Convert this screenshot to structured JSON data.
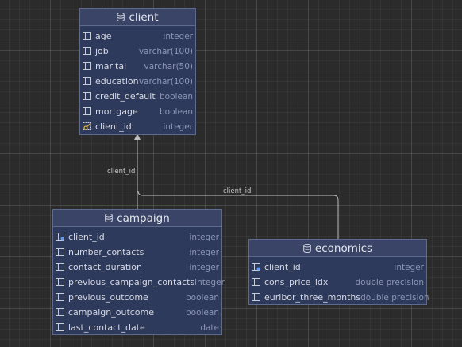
{
  "tables": {
    "client": {
      "title": "client",
      "columns": [
        {
          "name": "age",
          "type": "integer",
          "icon": "column-icon"
        },
        {
          "name": "job",
          "type": "varchar(100)",
          "icon": "column-icon"
        },
        {
          "name": "marital",
          "type": "varchar(50)",
          "icon": "column-icon"
        },
        {
          "name": "education",
          "type": "varchar(100)",
          "icon": "column-icon"
        },
        {
          "name": "credit_default",
          "type": "boolean",
          "icon": "column-icon"
        },
        {
          "name": "mortgage",
          "type": "boolean",
          "icon": "column-icon"
        },
        {
          "name": "client_id",
          "type": "integer",
          "icon": "primary-key-icon"
        }
      ]
    },
    "campaign": {
      "title": "campaign",
      "columns": [
        {
          "name": "client_id",
          "type": "integer",
          "icon": "foreign-key-icon"
        },
        {
          "name": "number_contacts",
          "type": "integer",
          "icon": "column-icon"
        },
        {
          "name": "contact_duration",
          "type": "integer",
          "icon": "column-icon"
        },
        {
          "name": "previous_campaign_contacts",
          "type": "integer",
          "icon": "column-icon"
        },
        {
          "name": "previous_outcome",
          "type": "boolean",
          "icon": "column-icon"
        },
        {
          "name": "campaign_outcome",
          "type": "boolean",
          "icon": "column-icon"
        },
        {
          "name": "last_contact_date",
          "type": "date",
          "icon": "column-icon"
        }
      ]
    },
    "economics": {
      "title": "economics",
      "columns": [
        {
          "name": "client_id",
          "type": "integer",
          "icon": "foreign-key-icon"
        },
        {
          "name": "cons_price_idx",
          "type": "double precision",
          "icon": "column-icon"
        },
        {
          "name": "euribor_three_months",
          "type": "double precision",
          "icon": "column-icon"
        }
      ]
    }
  },
  "relations": [
    {
      "label": "client_id",
      "from": "campaign",
      "to": "client"
    },
    {
      "label": "client_id",
      "from": "economics",
      "to": "client"
    }
  ],
  "colors": {
    "table_body": "#2e3a5c",
    "table_header": "#3a4466",
    "border": "#5e6b8f",
    "type_text": "#8c96b4",
    "edge": "#bdbdbd"
  }
}
